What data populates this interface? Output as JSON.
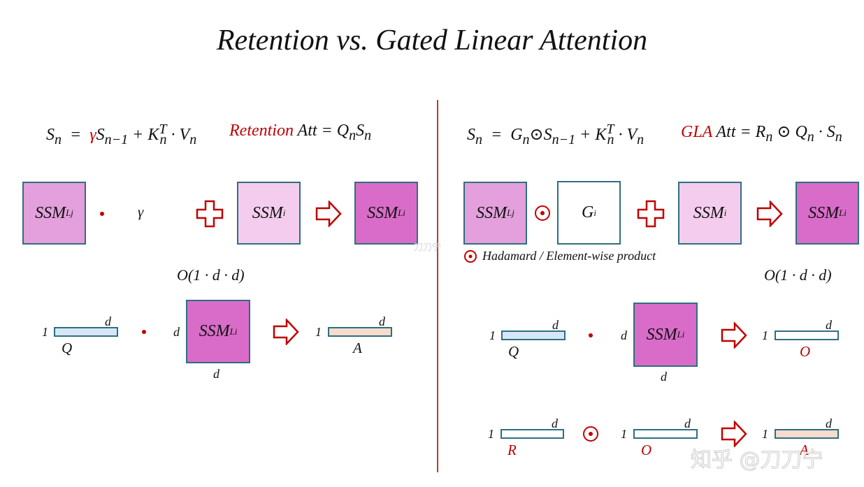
{
  "title": "Retention vs. Gated Linear Attention",
  "colors": {
    "accent_red": "#c00000",
    "box_border": "#2e6f80",
    "ssm_lj": "#e3a0dc",
    "ssm_i": "#f4cdee",
    "ssm_li": "#d96cc9",
    "bar_q": "#d7e6f6",
    "bar_a": "#f6dccd"
  },
  "left": {
    "eq_lhs": "S",
    "eq_lhs_sub": "n",
    "eq_gamma": "γ",
    "eq_s1": "S",
    "eq_s1_sub": "n−1",
    "eq_plus": "+",
    "eq_k": "K",
    "eq_k_sup": "T",
    "eq_k_sub": "n",
    "eq_cdot": "·",
    "eq_v": "V",
    "eq_v_sub": "n",
    "att_name": "Retention",
    "att_expr": "Att = Q",
    "att_q_sub": "n",
    "att_s": "S",
    "att_s_sub": "n",
    "box1_main": "SSM",
    "box1_sub": "Lj",
    "gamma": "γ",
    "box2_main": "SSM",
    "box2_sub": "i",
    "box3_main": "SSM",
    "box3_sub": "Li",
    "complexity": "O(1 · d · d)",
    "q_label": "Q",
    "a_label": "A",
    "dim_1": "1",
    "dim_d": "d",
    "box4_main": "SSM",
    "box4_sub": "Li"
  },
  "right": {
    "eq_lhs": "S",
    "eq_lhs_sub": "n",
    "eq_g": "G",
    "eq_g_sub": "n",
    "eq_odot": "⊙",
    "eq_s1": "S",
    "eq_s1_sub": "n−1",
    "eq_plus": "+",
    "eq_k": "K",
    "eq_k_sup": "T",
    "eq_k_sub": "n",
    "eq_cdot": "·",
    "eq_v": "V",
    "eq_v_sub": "n",
    "att_name": "GLA",
    "att_expr": "Att = R",
    "att_r_sub": "n",
    "att_odot": "⊙",
    "att_q": "Q",
    "att_q_sub": "n",
    "att_cdot": "·",
    "att_s": "S",
    "att_s_sub": "n",
    "box1_main": "SSM",
    "box1_sub": "Lj",
    "g_main": "G",
    "g_sub": "i",
    "box2_main": "SSM",
    "box2_sub": "i",
    "box3_main": "SSM",
    "box3_sub": "Li",
    "hadamard_note": "Hadamard / Element-wise product",
    "complexity": "O(1 · d · d)",
    "q_label": "Q",
    "o_label": "O",
    "r_label": "R",
    "o2_label": "O",
    "a_label": "A",
    "dim_1": "1",
    "dim_d": "d",
    "box4_main": "SSM",
    "box4_sub": "Li"
  },
  "watermark": "知乎 @刀刀宁",
  "watermark_small": "刀刀宁"
}
